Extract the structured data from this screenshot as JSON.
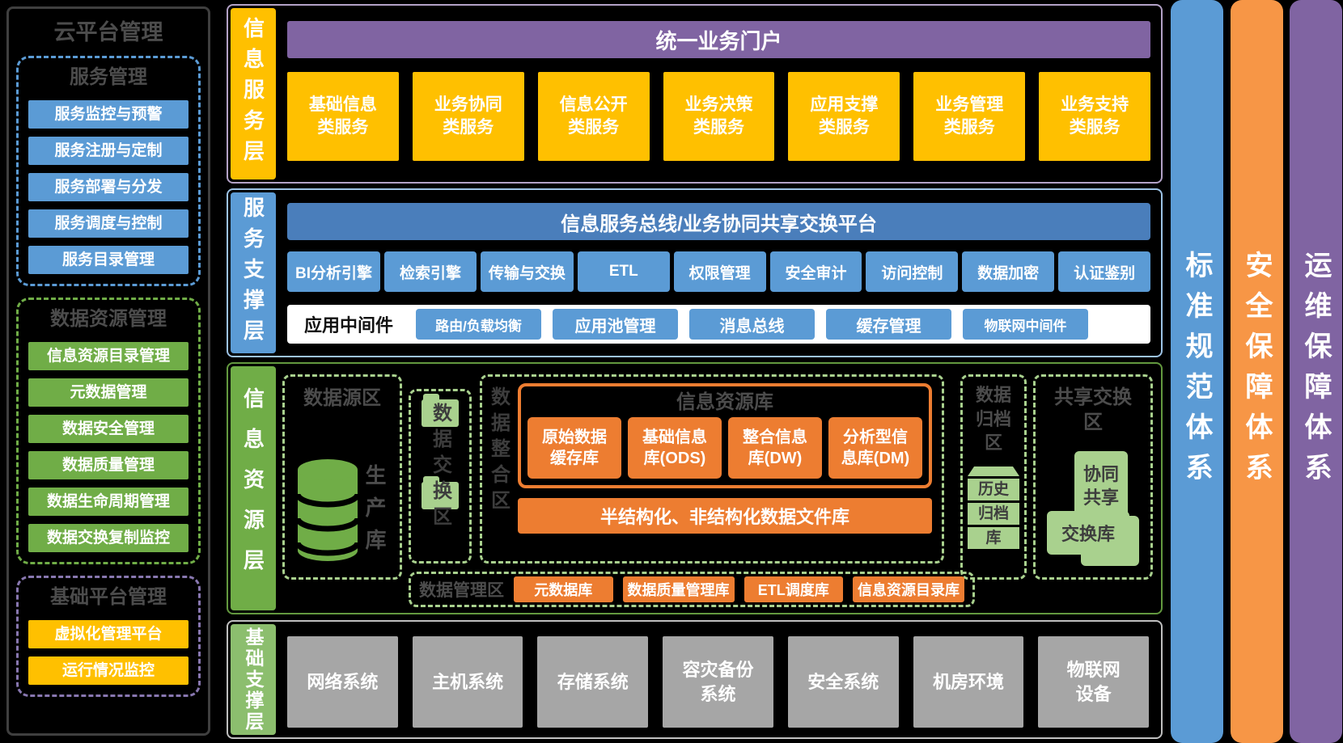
{
  "sidebar": {
    "title": "云平台管理",
    "groups": [
      {
        "title": "服务管理",
        "items": [
          "服务监控与预警",
          "服务注册与定制",
          "服务部署与分发",
          "服务调度与控制",
          "服务目录管理"
        ]
      },
      {
        "title": "数据资源管理",
        "items": [
          "信息资源目录管理",
          "元数据管理",
          "数据安全管理",
          "数据质量管理",
          "数据生命周期管理",
          "数据交换复制监控"
        ]
      },
      {
        "title": "基础平台管理",
        "items": [
          "虚拟化管理平台",
          "运行情况监控"
        ]
      }
    ]
  },
  "layers": {
    "service": {
      "label": "信息服务层",
      "portal": "统一业务门户",
      "boxes": [
        "基础信息\n类服务",
        "业务协同\n类服务",
        "信息公开\n类服务",
        "业务决策\n类服务",
        "应用支撑\n类服务",
        "业务管理\n类服务",
        "业务支持\n类服务"
      ]
    },
    "support": {
      "label": "服务支撑层",
      "bus": "信息服务总线/业务协同共享交换平台",
      "engines": [
        "BI分析引擎",
        "检索引擎",
        "传输与交换",
        "ETL",
        "权限管理",
        "安全审计",
        "访问控制",
        "数据加密",
        "认证鉴别"
      ],
      "middleware_title": "应用中间件",
      "middleware": [
        "路由/负载均衡",
        "应用池管理",
        "消息总线",
        "缓存管理",
        "物联网中间件"
      ]
    },
    "resource": {
      "label": "信息资源层",
      "source_zone": {
        "title": "数据源区",
        "db_label": "生产库"
      },
      "exchange_zone": {
        "title": "数据交换区"
      },
      "integration_zone": {
        "title": "数据整合区",
        "repo_title": "信息资源库",
        "repos": [
          "原始数据\n缓存库",
          "基础信息\n库(ODS)",
          "整合信息\n库(DW)",
          "分析型信\n息库(DM)"
        ],
        "file_repo": "半结构化、非结构化数据文件库"
      },
      "archive_zone": {
        "title": "数据\n归档\n区",
        "cabinet": [
          "历史",
          "归档",
          "库"
        ]
      },
      "share_zone": {
        "title": "共享交换\n区",
        "box1": "协同\n共享",
        "box2": "交换库"
      },
      "mgmt_zone": {
        "title": "数据管理区",
        "repos": [
          "元数据库",
          "数据质量管理库",
          "ETL调度库",
          "信息资源目录库"
        ]
      }
    },
    "infra": {
      "label": "基础支撑层",
      "boxes": [
        "网络系统",
        "主机系统",
        "存储系统",
        "容灾备份\n系统",
        "安全系统",
        "机房环境",
        "物联网\n设备"
      ]
    }
  },
  "pillars": [
    "标准规范体系",
    "安全保障体系",
    "运维保障体系"
  ],
  "colors": {
    "yellow": "#FFC000",
    "blue": "#5B9BD5",
    "dark_blue": "#4A7EBB",
    "green": "#70AD47",
    "light_green": "#A9D18E",
    "infra_label_green": "#8CBE6E",
    "orange": "#ED7D31",
    "pillar_orange": "#F79646",
    "purple": "#8064A2",
    "gray": "#A6A6A6"
  }
}
